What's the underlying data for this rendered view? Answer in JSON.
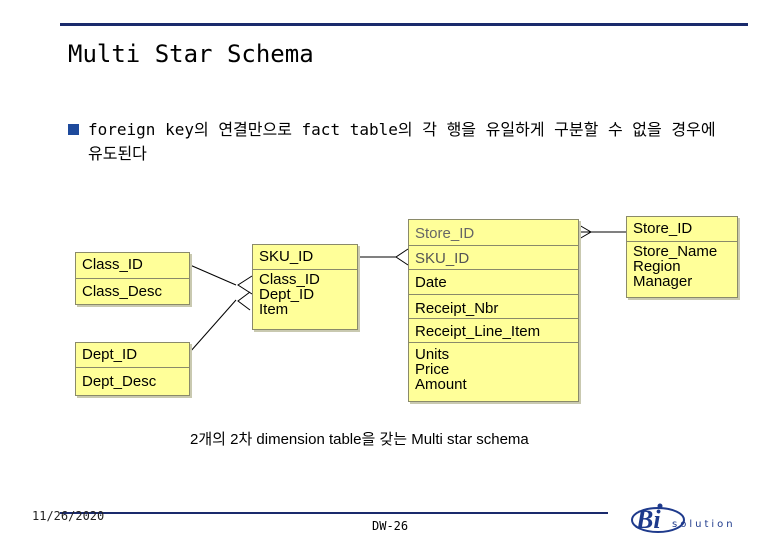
{
  "title": "Multi Star Schema",
  "bullet": "foreign key의 연결만으로 fact table의 각 행을 유일하게 구분할 수 없을 경우에 유도된다",
  "class_table": {
    "row1": "Class_ID",
    "row2": "Class_Desc"
  },
  "dept_table": {
    "row1": "Dept_ID",
    "row2": "Dept_Desc"
  },
  "sku_table": {
    "header": "SKU_ID",
    "attrs": [
      "Class_ID",
      "Dept_ID",
      "Item"
    ]
  },
  "fact_table": {
    "store_id_key": "Store_ID",
    "sku_id_key": "SKU_ID",
    "date": "Date",
    "receipt_nbr": "Receipt_Nbr",
    "receipt_line_item": "Receipt_Line_Item",
    "measures": [
      "Units",
      "Price",
      "Amount"
    ]
  },
  "store_table": {
    "header": "Store_ID",
    "attrs": [
      "Store_Name",
      "Region",
      "Manager"
    ]
  },
  "caption": "2개의 2차 dimension table을 갖는 Multi star schema",
  "footer": {
    "date": "11/26/2020",
    "page": "DW-26"
  },
  "logo": {
    "brand_letters": "Bi",
    "brand_word": "solution"
  },
  "colors": {
    "table_fill": "#ffff99",
    "accent": "#1e4a9c",
    "rule": "#1a2a6c"
  }
}
